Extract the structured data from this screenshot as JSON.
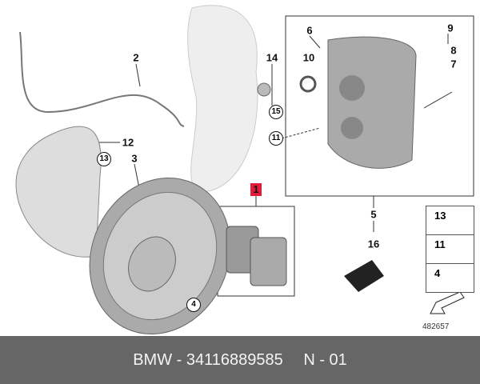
{
  "callouts": {
    "l1": "1",
    "l2": "2",
    "l3": "3",
    "l4": "4",
    "l5": "5",
    "l6": "6",
    "l7": "7",
    "l8": "8",
    "l9": "9",
    "l10": "10",
    "l11": "11",
    "l12": "12",
    "l13": "13",
    "l14": "14",
    "l15": "15",
    "l16": "16"
  },
  "highlighted_part": "1",
  "legend": [
    {
      "label": "13"
    },
    {
      "label": "11"
    },
    {
      "label": "4"
    }
  ],
  "diagram_number": "482657",
  "footer": {
    "part": "BMW - 34116889585",
    "note": "N - 01"
  },
  "colors": {
    "highlight": "#e31a3a",
    "footer_bg": "#666666"
  }
}
